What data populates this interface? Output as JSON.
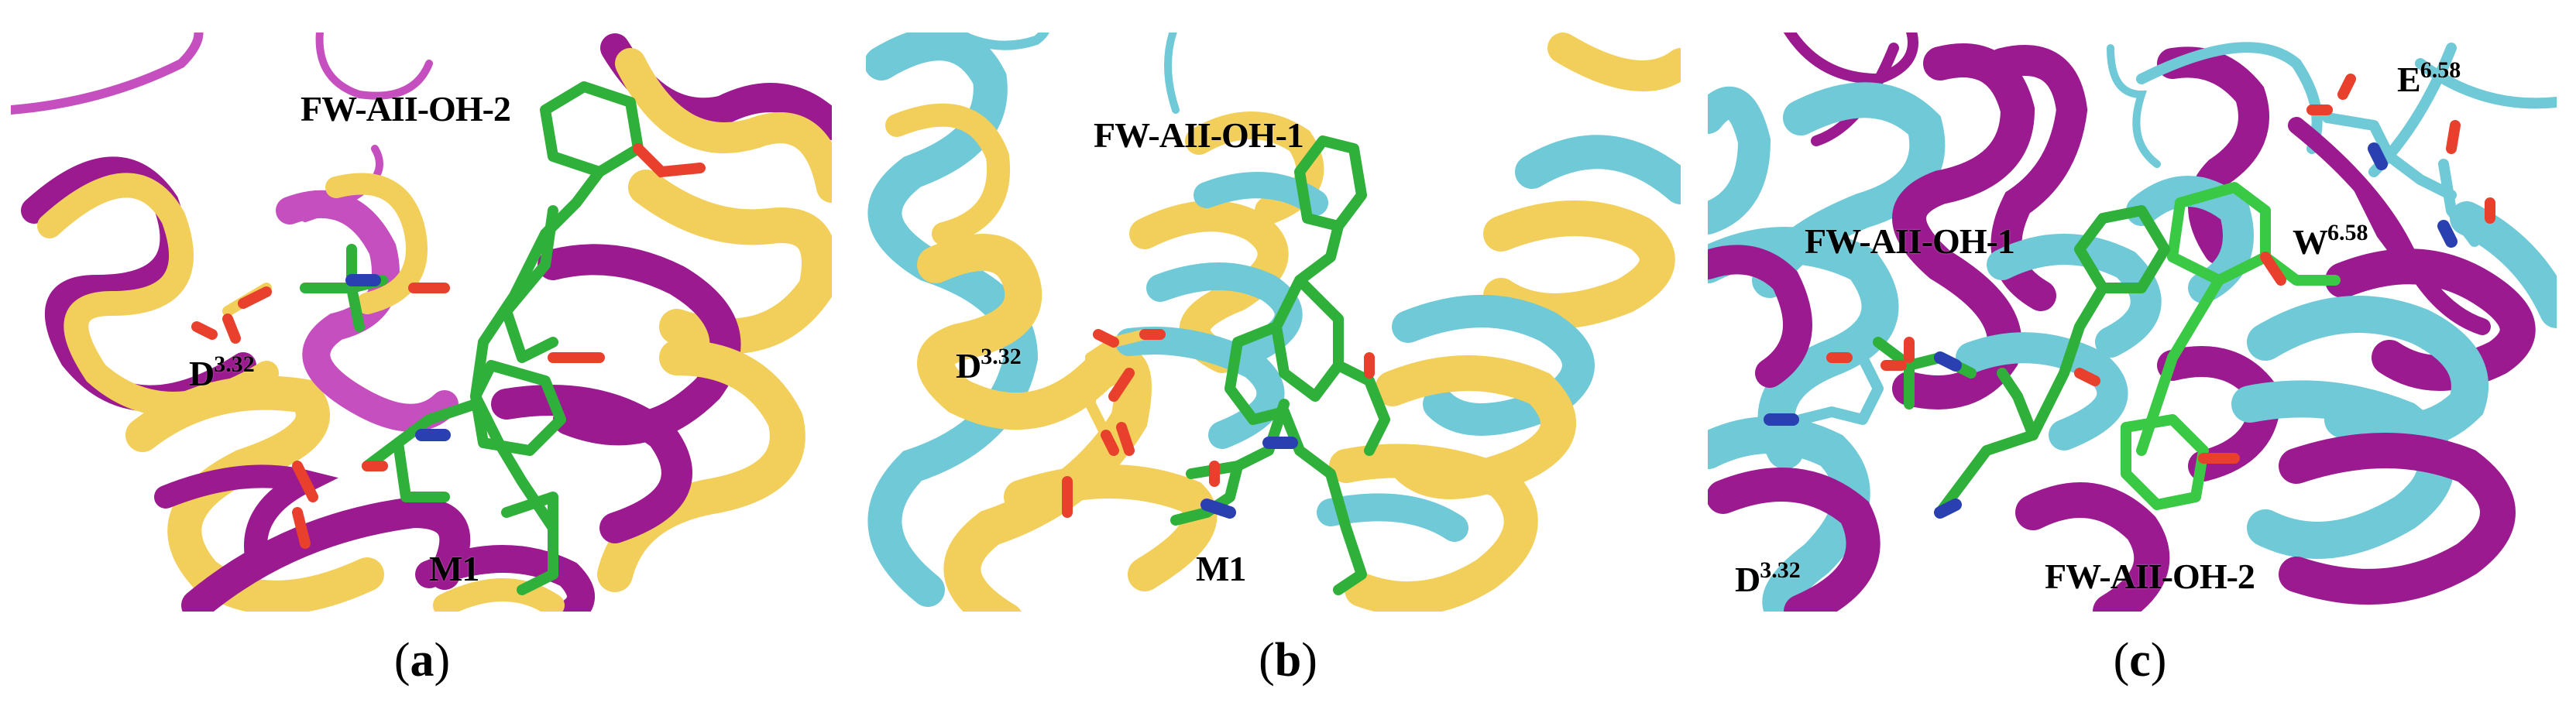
{
  "figure": {
    "colors": {
      "magenta_ribbon": "#9b1a8f",
      "magenta_light": "#c64fbf",
      "yellow_ribbon": "#f2cf5b",
      "cyan_ribbon": "#6fc9d6",
      "ligand_green": "#2fb03a",
      "oxygen_red": "#e8402c",
      "nitrogen_blue": "#2a3fb0"
    },
    "panels": [
      {
        "id": "a",
        "caption_open": "(",
        "caption_letter": "a",
        "caption_close": ")",
        "labels": {
          "ligand": "FW-AII-OH-2",
          "residue_base": "D",
          "residue_sup": "3.32",
          "model": "M1"
        }
      },
      {
        "id": "b",
        "caption_open": "(",
        "caption_letter": "b",
        "caption_close": ")",
        "labels": {
          "ligand": "FW-AII-OH-1",
          "residue_base": "D",
          "residue_sup": "3.32",
          "model": "M1"
        }
      },
      {
        "id": "c",
        "caption_open": "(",
        "caption_letter": "c",
        "caption_close": ")",
        "labels": {
          "ligand_1": "FW-AII-OH-1",
          "ligand_2": "FW-AII-OH-2",
          "residue_d_base": "D",
          "residue_d_sup": "3.32",
          "residue_w_base": "W",
          "residue_w_sup": "6.58",
          "residue_e_base": "E",
          "residue_e_sup": "6.58"
        }
      }
    ]
  }
}
